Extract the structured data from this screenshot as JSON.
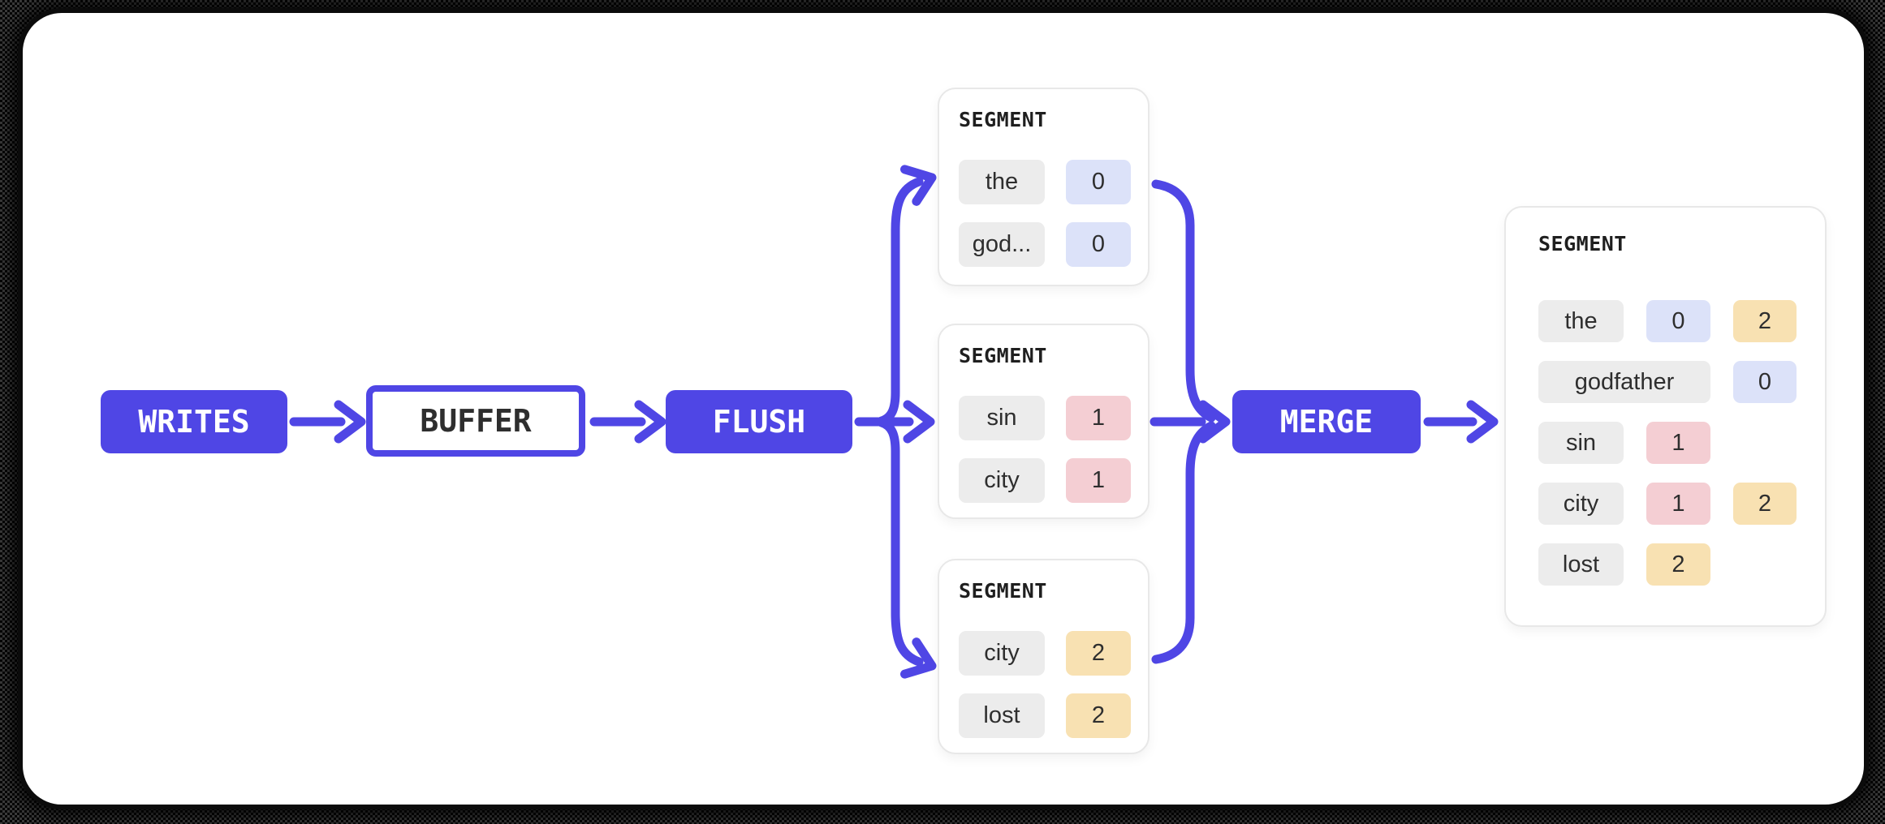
{
  "pipeline": {
    "writes_label": "WRITES",
    "buffer_label": "BUFFER",
    "flush_label": "FLUSH",
    "merge_label": "MERGE"
  },
  "segments": [
    {
      "title": "SEGMENT",
      "rows": [
        {
          "term": "the",
          "postings": [
            {
              "doc": "0",
              "color": "lavender"
            }
          ]
        },
        {
          "term": "god...",
          "postings": [
            {
              "doc": "0",
              "color": "lavender"
            }
          ]
        }
      ]
    },
    {
      "title": "SEGMENT",
      "rows": [
        {
          "term": "sin",
          "postings": [
            {
              "doc": "1",
              "color": "pink"
            }
          ]
        },
        {
          "term": "city",
          "postings": [
            {
              "doc": "1",
              "color": "pink"
            }
          ]
        }
      ]
    },
    {
      "title": "SEGMENT",
      "rows": [
        {
          "term": "city",
          "postings": [
            {
              "doc": "2",
              "color": "amber"
            }
          ]
        },
        {
          "term": "lost",
          "postings": [
            {
              "doc": "2",
              "color": "amber"
            }
          ]
        }
      ]
    }
  ],
  "merged_segment": {
    "title": "SEGMENT",
    "rows": [
      {
        "term": "the",
        "postings": [
          {
            "doc": "0",
            "color": "lavender"
          },
          {
            "doc": "2",
            "color": "amber"
          }
        ]
      },
      {
        "term": "godfather",
        "postings": [
          {
            "doc": "0",
            "color": "lavender"
          }
        ]
      },
      {
        "term": "sin",
        "postings": [
          {
            "doc": "1",
            "color": "pink"
          }
        ]
      },
      {
        "term": "city",
        "postings": [
          {
            "doc": "1",
            "color": "pink"
          },
          {
            "doc": "2",
            "color": "amber"
          }
        ]
      },
      {
        "term": "lost",
        "postings": [
          {
            "doc": "2",
            "color": "amber"
          }
        ]
      }
    ]
  },
  "colors": {
    "accent": "#4f46e5",
    "text_dark": "#2e2e2e",
    "term_chip": "#ececec",
    "doc_lavender": "#dce2f9",
    "doc_pink": "#f4ced3",
    "doc_amber": "#f8e1b2",
    "card_border": "#e8e8e8"
  }
}
